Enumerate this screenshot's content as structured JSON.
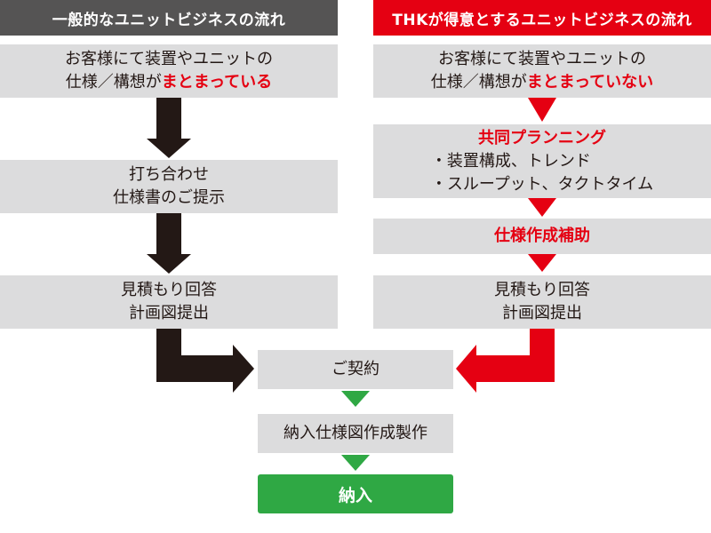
{
  "colors": {
    "left_header_bg": "#555454",
    "right_header_bg": "#e50012",
    "box_bg": "#dcdcdd",
    "accent_red": "#e50012",
    "dark_arrow": "#231815",
    "green": "#2fa844"
  },
  "left": {
    "header": "一般的なユニットビジネスの流れ",
    "step1": {
      "line1": "お客様にて装置やユニットの",
      "line2_prefix": "仕様／構想が",
      "line2_emphasis": "まとまっている"
    },
    "step2": {
      "line1": "打ち合わせ",
      "line2": "仕様書のご提示"
    },
    "step3": {
      "line1": "見積もり回答",
      "line2": "計画図提出"
    }
  },
  "right": {
    "header": "THKが得意とするユニットビジネスの流れ",
    "step1": {
      "line1": "お客様にて装置やユニットの",
      "line2_prefix": "仕様／構想が",
      "line2_emphasis": "まとまっていない"
    },
    "step2": {
      "title": "共同プランニング",
      "item1": "・装置構成、トレンド",
      "item2": "・スループット、タクトタイム"
    },
    "step3": {
      "title": "仕様作成補助"
    },
    "step4": {
      "line1": "見積もり回答",
      "line2": "計画図提出"
    }
  },
  "common": {
    "contract": "ご契約",
    "production": "納入仕様図作成製作",
    "delivery": "納入"
  }
}
